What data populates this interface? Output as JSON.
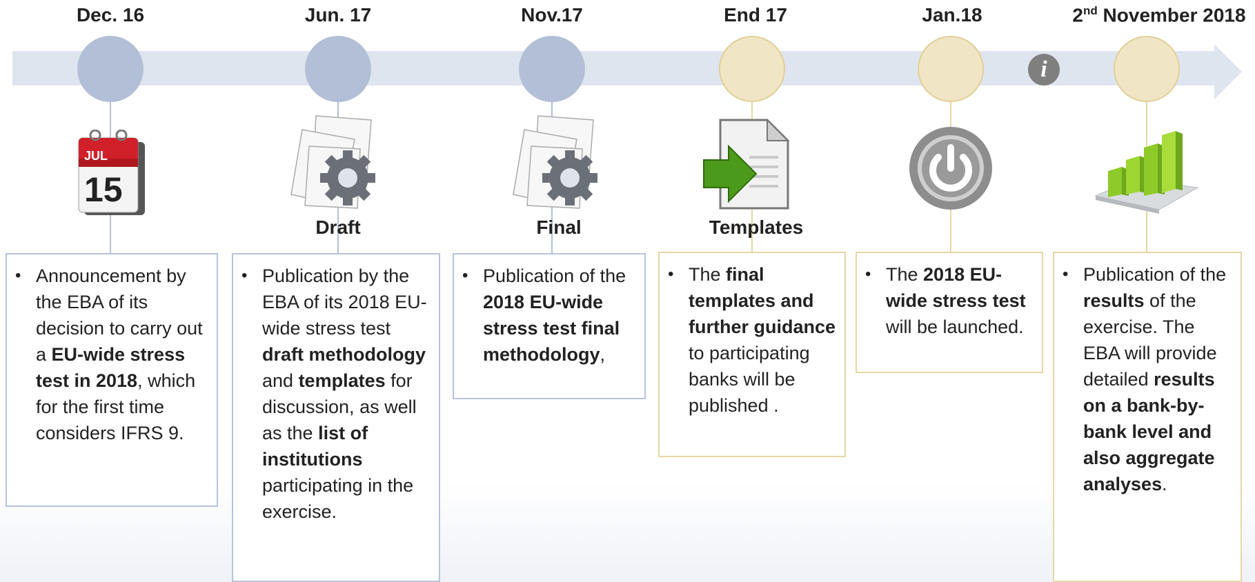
{
  "timeline": {
    "colors": {
      "blue_node": "#b3bfd6",
      "gold_node": "#f0e6c6",
      "band": "#dfe5ef",
      "info": "#7f7f7f"
    },
    "info_icon": "i",
    "milestones": [
      {
        "date": "Dec. 16",
        "icon": "calendar-icon",
        "calendar_month": "JUL",
        "calendar_day": "15",
        "label": "",
        "text_parts": [
          {
            "t": "Announcement by the EBA of its decision to carry out a ",
            "b": false
          },
          {
            "t": "EU-wide stress test in 2018",
            "b": true
          },
          {
            "t": ", which for the first time considers IFRS 9.",
            "b": false
          }
        ]
      },
      {
        "date": "Jun. 17",
        "icon": "documents-gear-icon",
        "label": "Draft",
        "text_parts": [
          {
            "t": "Publication by the EBA of its 2018 EU-wide stress test ",
            "b": false
          },
          {
            "t": "draft methodology",
            "b": true
          },
          {
            "t": " and ",
            "b": false
          },
          {
            "t": "templates",
            "b": true
          },
          {
            "t": " for discussion, as well as the ",
            "b": false
          },
          {
            "t": "list of institutions",
            "b": true
          },
          {
            "t": " participating in the exercise.",
            "b": false
          }
        ]
      },
      {
        "date": "Nov.17",
        "icon": "documents-gear-icon",
        "label": "Final",
        "text_parts": [
          {
            "t": "Publication of the ",
            "b": false
          },
          {
            "t": "2018 EU-wide stress test final methodology",
            "b": true
          },
          {
            "t": ",",
            "b": false
          }
        ]
      },
      {
        "date": "End 17",
        "icon": "document-arrow-icon",
        "label": "Templates",
        "text_parts": [
          {
            "t": "The ",
            "b": false
          },
          {
            "t": "final templates and further guidance",
            "b": true
          },
          {
            "t": " to participating banks will be published .",
            "b": false
          }
        ]
      },
      {
        "date": "Jan.18",
        "icon": "power-icon",
        "label": "",
        "text_parts": [
          {
            "t": "The ",
            "b": false
          },
          {
            "t": "2018 EU-wide stress test",
            "b": true
          },
          {
            "t": " will be launched.",
            "b": false
          }
        ]
      },
      {
        "date_main": "2",
        "date_sup": "nd",
        "date_rest": " November 2018",
        "icon": "bar-chart-icon",
        "label": "",
        "text_parts": [
          {
            "t": "Publication of the ",
            "b": false
          },
          {
            "t": "results",
            "b": true
          },
          {
            "t": " of the exercise. The EBA will provide detailed ",
            "b": false
          },
          {
            "t": "results on a bank-by-bank level and also aggregate analyses",
            "b": true
          },
          {
            "t": ".",
            "b": false
          }
        ]
      }
    ]
  }
}
